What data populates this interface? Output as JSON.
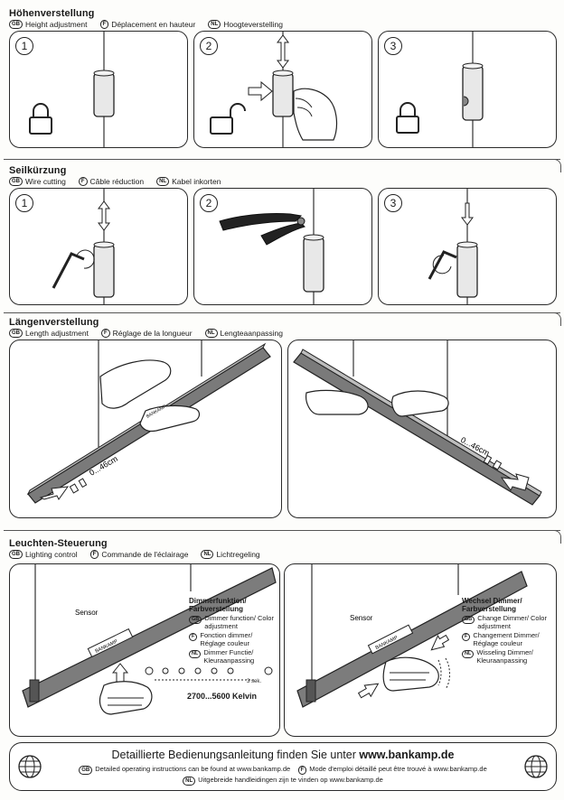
{
  "sections": {
    "height": {
      "title": "Höhenverstellung",
      "gb_code": "GB",
      "gb": "Height adjustment",
      "f_code": "F",
      "f": "Déplacement en hauteur",
      "nl_code": "NL",
      "nl": "Hoogteverstelling",
      "steps": [
        "1",
        "2",
        "3"
      ]
    },
    "wire": {
      "title": "Seilkürzung",
      "gb_code": "GB",
      "gb": "Wire cutting",
      "f_code": "F",
      "f": "Câble réduction",
      "nl_code": "NL",
      "nl": "Kabel inkorten",
      "steps": [
        "1",
        "2",
        "3"
      ]
    },
    "length": {
      "title": "Längenverstellung",
      "gb_code": "GB",
      "gb": "Length adjustment",
      "f_code": "F",
      "f": "Réglage de la longueur",
      "nl_code": "NL",
      "nl": "Lengteaanpassing",
      "range_label": "0...46cm"
    },
    "lighting": {
      "title": "Leuchten-Steuerung",
      "gb_code": "GB",
      "gb": "Lighting control",
      "f_code": "F",
      "f": "Commande de l'éclairage",
      "nl_code": "NL",
      "nl": "Lichtregeling",
      "brand": "BANKAMP",
      "left": {
        "sensor": "Sensor",
        "heading": "Dimmerfunktion/ Farbverstellung",
        "gb": "Dimmer function/ Color adjustment",
        "f": "Fonction dimmer/ Réglage couleur",
        "nl": "Dimmer Functie/ Kleuraanpassing",
        "duration": "3 sek.",
        "kelvin": "2700...5600 Kelvin"
      },
      "right": {
        "sensor": "Sensor",
        "heading": "Wechsel Dimmer/ Farbverstellung",
        "gb": "Change Dimmer/ Color adjustment",
        "f": "Changement Dimmer/ Réglage couleur",
        "nl": "Wisseling Dimmer/ Kleuraanpassing"
      }
    }
  },
  "footer": {
    "main_prefix": "Detaillierte Bedienungsanleitung finden Sie unter ",
    "main_url": "www.bankamp.de",
    "gb_code": "GB",
    "gb": "Detailed operating instructions can be found at www.bankamp.de",
    "f_code": "F",
    "f": "Mode d'emploi détaillé peut être trouvé à www.bankamp.de",
    "nl_code": "NL",
    "nl": "Uitgebreide handleidingen zijn te vinden op www.bankamp.de"
  },
  "icons": [
    "lock-icon",
    "unlock-icon",
    "hex-key-icon",
    "pliers-icon",
    "hand-icon",
    "arrow-icon",
    "bulb-icon",
    "globe-icon"
  ]
}
